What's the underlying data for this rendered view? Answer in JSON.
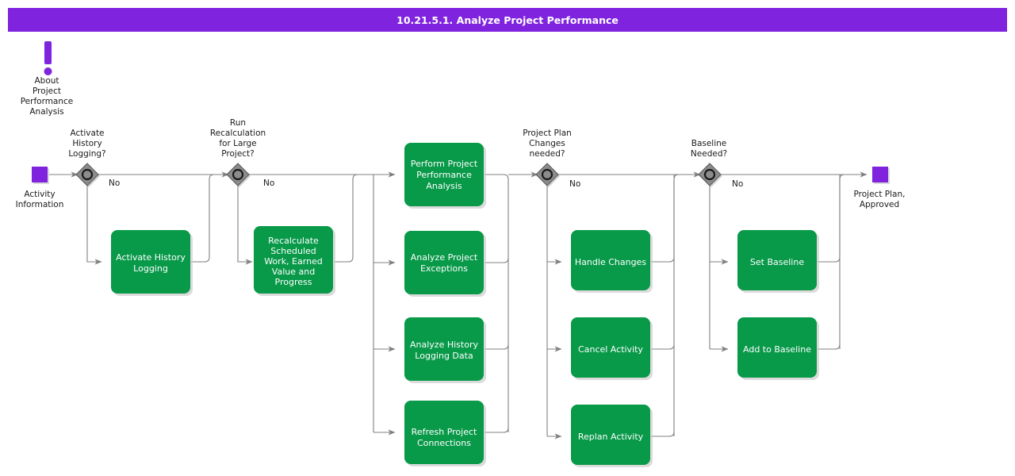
{
  "header": {
    "title": "10.21.5.1. Analyze Project Performance",
    "bar_color": "#7F23DF",
    "text_color": "#FFFFFF"
  },
  "theme": {
    "task_green": "#089949",
    "event_purple": "#7F23DF",
    "gateway_gray": "#8C8C8C",
    "edge_gray": "#808080",
    "background": "#FFFFFF"
  },
  "note": {
    "icon": "exclamation-note-icon",
    "lines": [
      "About",
      "Project",
      "Performance",
      "Analysis"
    ]
  },
  "start_event": {
    "name": "activity-information",
    "lines": [
      "Activity",
      "Information"
    ]
  },
  "end_event": {
    "name": "project-plan-approved",
    "lines": [
      "Project Plan,",
      "Approved"
    ]
  },
  "gateways": [
    {
      "id": "gw-activate-history-logging",
      "lines": [
        "Activate",
        "History",
        "Logging?"
      ],
      "no_label": "No"
    },
    {
      "id": "gw-run-recalculation",
      "lines": [
        "Run",
        "Recalculation",
        "for Large",
        "Project?"
      ],
      "no_label": "No"
    },
    {
      "id": "gw-project-plan-changes",
      "lines": [
        "Project Plan",
        "Changes",
        "needed?"
      ],
      "no_label": "No"
    },
    {
      "id": "gw-baseline-needed",
      "lines": [
        "Baseline",
        "Needed?"
      ],
      "no_label": "No"
    }
  ],
  "tasks": [
    {
      "id": "task-activate-history-logging",
      "lines": [
        "Activate History",
        "Logging"
      ]
    },
    {
      "id": "task-recalculate-scheduled-work",
      "lines": [
        "Recalculate",
        "Scheduled",
        "Work, Earned",
        "Value and",
        "Progress"
      ]
    },
    {
      "id": "task-perform-project-performance-analysis",
      "lines": [
        "Perform Project",
        "Performance",
        "Analysis"
      ]
    },
    {
      "id": "task-analyze-project-exceptions",
      "lines": [
        "Analyze Project",
        "Exceptions"
      ]
    },
    {
      "id": "task-analyze-history-logging-data",
      "lines": [
        "Analyze History",
        "Logging Data"
      ]
    },
    {
      "id": "task-refresh-project-connections",
      "lines": [
        "Refresh Project",
        "Connections"
      ]
    },
    {
      "id": "task-handle-changes",
      "lines": [
        "Handle Changes"
      ]
    },
    {
      "id": "task-cancel-activity",
      "lines": [
        "Cancel Activity"
      ]
    },
    {
      "id": "task-replan-activity",
      "lines": [
        "Replan Activity"
      ]
    },
    {
      "id": "task-set-baseline",
      "lines": [
        "Set Baseline"
      ]
    },
    {
      "id": "task-add-to-baseline",
      "lines": [
        "Add to Baseline"
      ]
    }
  ]
}
